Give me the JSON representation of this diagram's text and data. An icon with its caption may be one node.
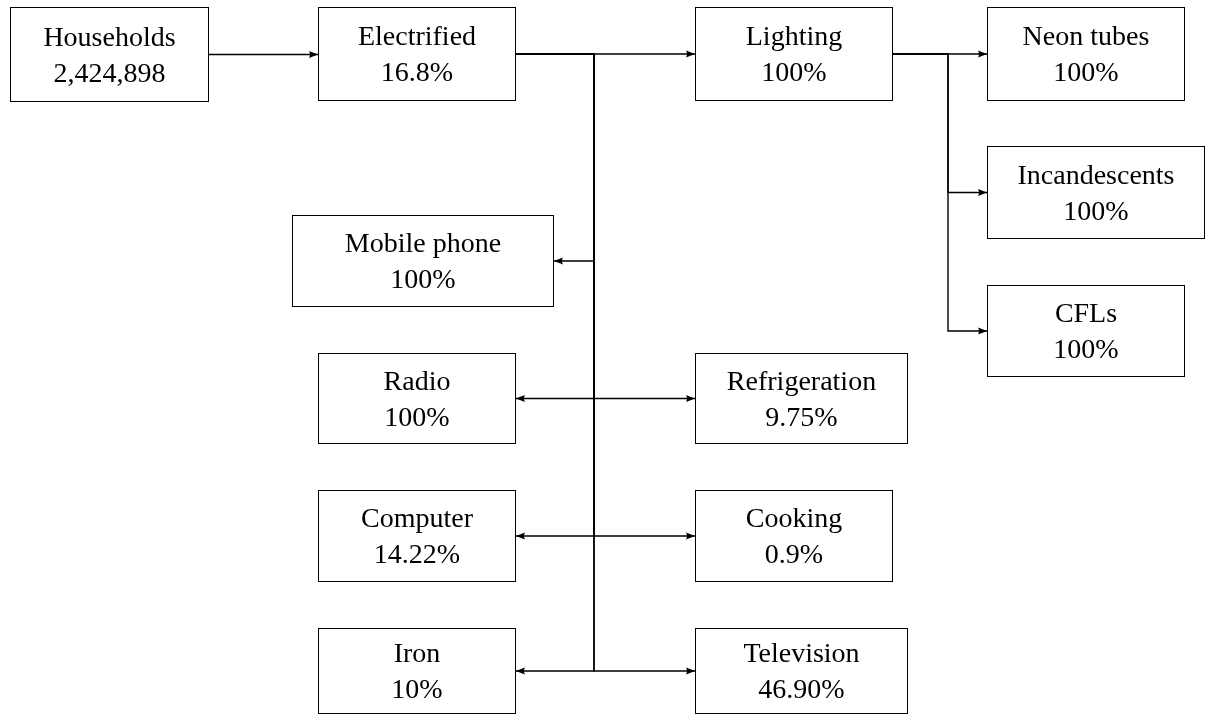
{
  "diagram": {
    "nodes": [
      {
        "text": [
          "Households",
          "2,424,898"
        ]
      },
      {
        "text": [
          "Electrified",
          "16.8%"
        ]
      },
      {
        "text": [
          "Lighting",
          "100%"
        ]
      },
      {
        "text": [
          "Neon tubes",
          "100%"
        ]
      },
      {
        "text": [
          "Incandescents",
          "100%"
        ]
      },
      {
        "text": [
          "Mobile phone",
          "100%"
        ]
      },
      {
        "text": [
          "CFLs",
          "100%"
        ]
      },
      {
        "text": [
          "Radio",
          "100%"
        ]
      },
      {
        "text": [
          "Refrigeration",
          "9.75%"
        ]
      },
      {
        "text": [
          "Computer",
          "14.22%"
        ]
      },
      {
        "text": [
          "Cooking",
          "0.9%"
        ]
      },
      {
        "text": [
          "Iron",
          "10%"
        ]
      },
      {
        "text": [
          "Television",
          "46.90%"
        ]
      }
    ],
    "edges": [
      {
        "from": 0,
        "to": 1,
        "arrow": "to"
      },
      {
        "from": 1,
        "to": 2,
        "arrow": "to"
      },
      {
        "from": 2,
        "to": 3,
        "arrow": "to"
      },
      {
        "from": 2,
        "to": 4,
        "arrow": "to"
      },
      {
        "from": 2,
        "to": 6,
        "arrow": "to"
      },
      {
        "from": 1,
        "to": 5,
        "arrow": "to"
      },
      {
        "from": 1,
        "to": 7,
        "arrow": "to"
      },
      {
        "from": 1,
        "to": 8,
        "arrow": "to"
      },
      {
        "from": 1,
        "to": 9,
        "arrow": "to"
      },
      {
        "from": 1,
        "to": 10,
        "arrow": "to"
      },
      {
        "from": 1,
        "to": 11,
        "arrow": "to"
      },
      {
        "from": 1,
        "to": 12,
        "arrow": "to"
      }
    ]
  }
}
